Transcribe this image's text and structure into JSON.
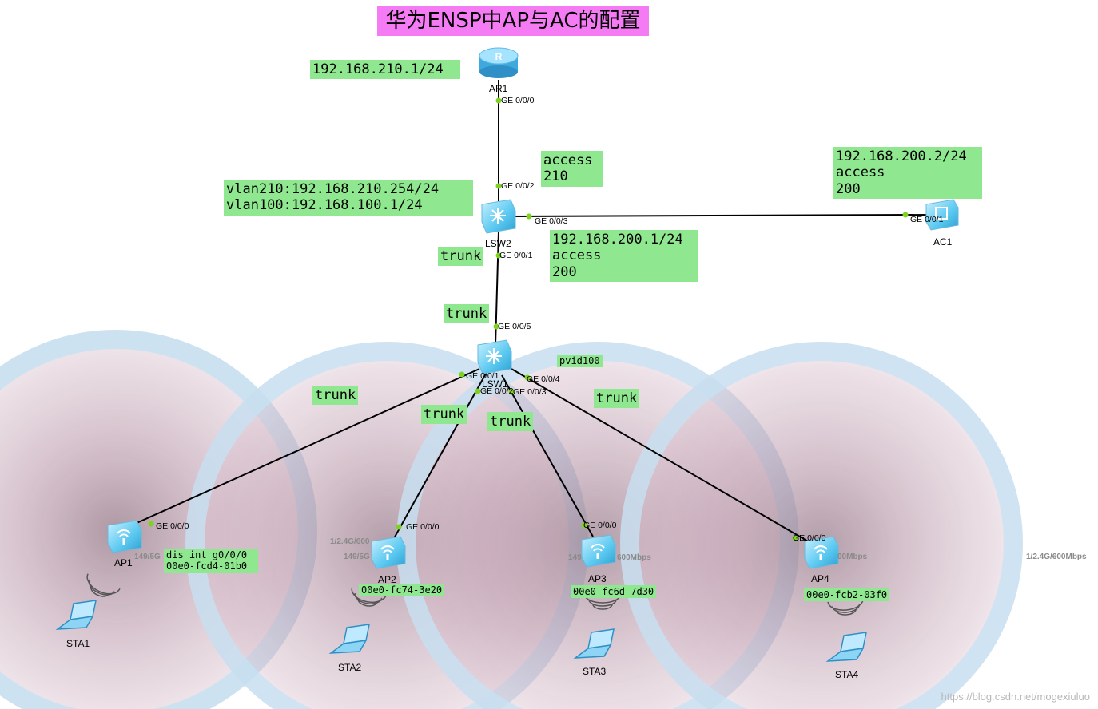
{
  "title": "华为ENSP中AP与AC的配置",
  "devices": {
    "ar1": "AR1",
    "lsw2": "LSW2",
    "lsw1": "LSW1",
    "ac1": "AC1",
    "ap1": "AP1",
    "ap2": "AP2",
    "ap3": "AP3",
    "ap4": "AP4",
    "sta1": "STA1",
    "sta2": "STA2",
    "sta3": "STA3",
    "sta4": "STA4"
  },
  "ports": {
    "ar1_ge000": "GE 0/0/0",
    "lsw2_ge002": "GE 0/0/2",
    "lsw2_ge003": "GE 0/0/3",
    "lsw2_ge001": "GE 0/0/1",
    "ac1_ge001": "GE 0/0/1",
    "lsw1_ge005": "GE 0/0/5",
    "lsw1_ge001": "GE 0/0/1",
    "lsw1_ge002": "GE 0/0/2",
    "lsw1_ge003": "GE 0/0/3",
    "lsw1_ge004": "GE 0/0/4",
    "ap1_ge000": "GE 0/0/0",
    "ap2_ge000": "GE 0/0/0",
    "ap3_ge000": "GE 0/0/0",
    "ap4_ge000": "GE 0/0/0"
  },
  "notes": {
    "ar1_ip": "192.168.210.1/24",
    "lsw2_access_line1": "access",
    "lsw2_access_line2": "210",
    "ac1_line1": "192.168.200.2/24",
    "ac1_line2": "access",
    "ac1_line3": "200",
    "lsw2_vlan_line1": "vlan210:192.168.210.254/24",
    "lsw2_vlan_line2": "vlan100:192.168.100.1/24",
    "lsw2_ge003_line1": "192.168.200.1/24",
    "lsw2_ge003_line2": "access",
    "lsw2_ge003_line3": "200",
    "trunk_lsw2": "trunk",
    "trunk_lsw1": "trunk",
    "pvid": "pvid100",
    "trunk_ap1": "trunk",
    "trunk_ap2": "trunk",
    "trunk_ap3": "trunk",
    "trunk_ap4": "trunk",
    "ap1_line1": "dis int g0/0/0",
    "ap1_line2": "00e0-fcd4-01b0",
    "ap2_mac": "00e0-fc74-3e20",
    "ap3_mac": "00e0-fc6d-7d30",
    "ap4_mac": "00e0-fcb2-03f0"
  },
  "rates": {
    "ap1_rate": "149/5G",
    "ap2_rate_a": "1/2.4G/600",
    "ap2_rate_b": "149/5G",
    "ap3_rate_a": "149",
    "ap3_rate_b": "600Mbps",
    "ap4_rate": "00Mbps",
    "far_rate": "1/2.4G/600Mbps"
  },
  "watermark": "https://blog.csdn.net/mogexiuluo",
  "colors": {
    "title_bg": "#f57bf5",
    "note_bg": "#8fe88f",
    "coverage_ring": "#cfe3f2",
    "coverage_fill": "#c9a6b8",
    "port_dot": "#7ed321",
    "device_body": "#5ac8f0"
  }
}
